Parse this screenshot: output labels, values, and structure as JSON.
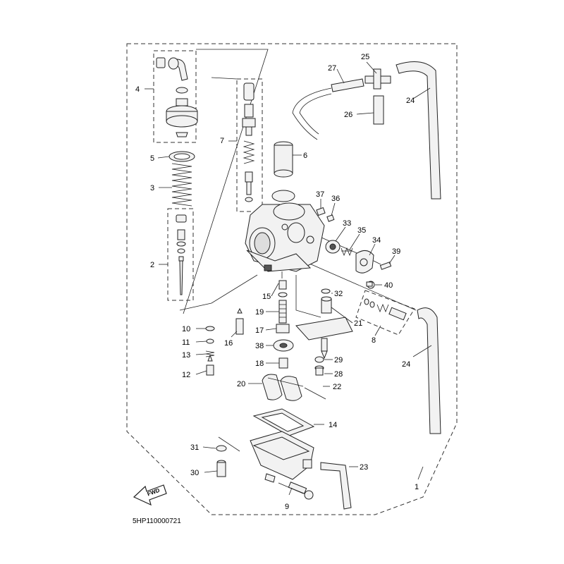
{
  "diagram": {
    "reference_code": "5HP110000721",
    "fwd_label": "FWD",
    "labels": {
      "p1": "1",
      "p2": "2",
      "p3": "3",
      "p4": "4",
      "p5": "5",
      "p6": "6",
      "p7": "7",
      "p8": "8",
      "p9": "9",
      "p10": "10",
      "p11": "11",
      "p12": "12",
      "p13": "13",
      "p14": "14",
      "p15": "15",
      "p16": "16",
      "p17": "17",
      "p18": "18",
      "p19": "19",
      "p20": "20",
      "p21": "21",
      "p22": "22",
      "p23": "23",
      "p24a": "24",
      "p24b": "24",
      "p25": "25",
      "p26": "26",
      "p27": "27",
      "p28": "28",
      "p29": "29",
      "p30": "30",
      "p31": "31",
      "p32": "32",
      "p33": "33",
      "p34": "34",
      "p35": "35",
      "p36": "36",
      "p37": "37",
      "p38": "38",
      "p39": "39",
      "p40": "40"
    }
  }
}
